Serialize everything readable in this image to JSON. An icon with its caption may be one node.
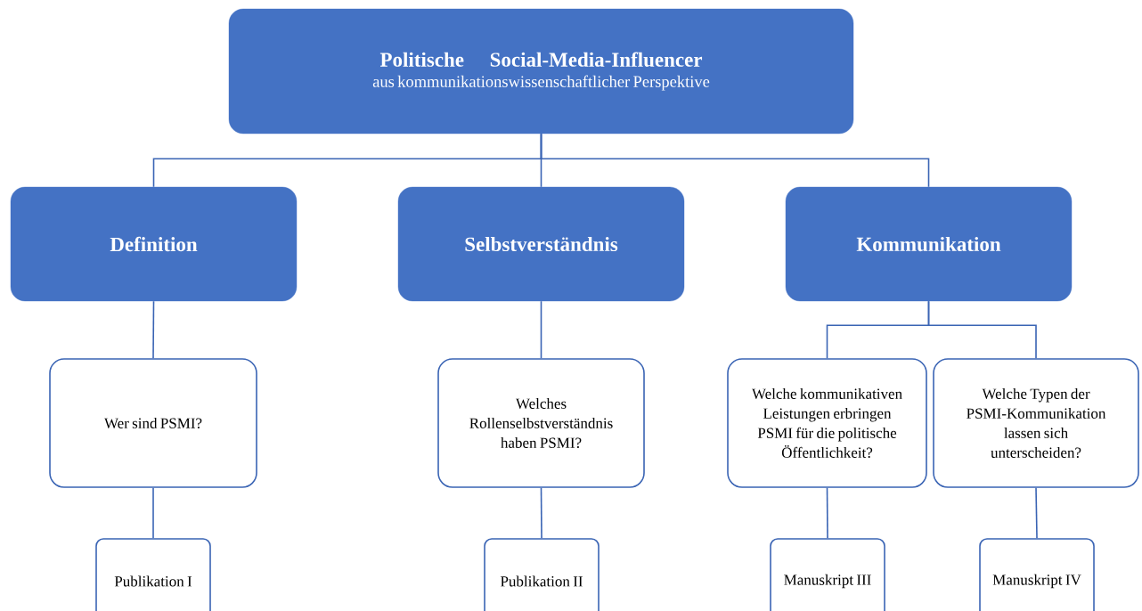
{
  "diagram": {
    "nodes": [
      {
        "text": [
          "Politische Social-Media-Influencer",
          "aus kommunikationswissenschaftlicher Perspektive"
        ]
      },
      {
        "text": [
          "Definition"
        ]
      },
      {
        "text": [
          "Selbstverständnis"
        ]
      },
      {
        "text": [
          "Kommunikation"
        ]
      },
      {
        "text": [
          "Wer sind PSMI?"
        ]
      },
      {
        "text": [
          "Welches Rollenselbstverständnis haben PSMI?"
        ]
      },
      {
        "text": [
          "Welche kommunikativen Leistungen erbringen PSMI für die politische Öffentlichkeit?"
        ]
      },
      {
        "text": [
          "Welche Typen der PSMI-Kommunikation lassen sich unterscheiden?"
        ]
      },
      {
        "text": [
          "Publikation I"
        ]
      },
      {
        "text": [
          "Publikation II"
        ]
      },
      {
        "text": [
          "Manuskript III"
        ]
      },
      {
        "text": [
          "Manuskript IV"
        ]
      }
    ],
    "edges": [
      {
        "from": 0,
        "to": 1,
        "arrow": "none"
      },
      {
        "from": 0,
        "to": 2,
        "arrow": "none"
      },
      {
        "from": 0,
        "to": 3,
        "arrow": "none"
      },
      {
        "from": 1,
        "to": 4,
        "arrow": "none"
      },
      {
        "from": 2,
        "to": 5,
        "arrow": "none"
      },
      {
        "from": 3,
        "to": 6,
        "arrow": "none"
      },
      {
        "from": 3,
        "to": 7,
        "arrow": "none"
      },
      {
        "from": 4,
        "to": 8,
        "arrow": "none"
      },
      {
        "from": 5,
        "to": 9,
        "arrow": "none"
      },
      {
        "from": 6,
        "to": 10,
        "arrow": "none"
      },
      {
        "from": 7,
        "to": 11,
        "arrow": "none"
      }
    ]
  }
}
